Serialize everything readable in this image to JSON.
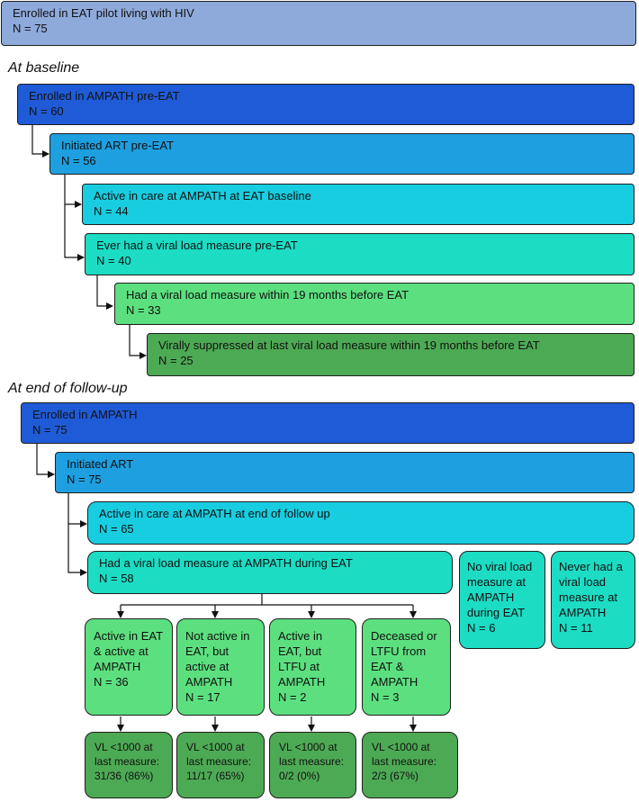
{
  "top": {
    "title": "Enrolled in EAT pilot living with HIV",
    "n": "N = 75"
  },
  "baseline": {
    "heading": "At baseline",
    "enrolled_ampath": {
      "title": "Enrolled in AMPATH pre-EAT",
      "n": "N = 60"
    },
    "initiated_art": {
      "title": "Initiated ART pre-EAT",
      "n": "N = 56"
    },
    "active_care": {
      "title": "Active in care at AMPATH at EAT baseline",
      "n": "N = 44"
    },
    "ever_vl": {
      "title": "Ever had a viral load measure pre-EAT",
      "n": "N = 40"
    },
    "vl_19mo": {
      "title": "Had a viral load measure within 19 months before EAT",
      "n": "N = 33"
    },
    "suppressed": {
      "title": "Virally suppressed at last viral load measure within 19 months before EAT",
      "n": "N = 25"
    }
  },
  "followup": {
    "heading": "At end of follow-up",
    "enrolled_ampath": {
      "title": "Enrolled in AMPATH",
      "n": "N = 75"
    },
    "initiated_art": {
      "title": "Initiated ART",
      "n": "N = 75"
    },
    "active_care": {
      "title": "Active in care at AMPATH at end of follow up",
      "n": "N = 65"
    },
    "vl_during": {
      "title": "Had a viral load measure at AMPATH during EAT",
      "n": "N = 58"
    },
    "no_vl": {
      "title": "No viral load measure at AMPATH during EAT",
      "n": "N = 6"
    },
    "never_vl": {
      "title": "Never had a viral load measure at AMPATH",
      "n": "N = 11"
    },
    "groups": [
      {
        "title": "Active in EAT & active at AMPATH",
        "n": "N = 36",
        "vl": "VL <1000 at last measure: 31/36 (86%)"
      },
      {
        "title": "Not active in EAT, but active at AMPATH",
        "n": "N = 17",
        "vl": "VL <1000 at last measure: 11/17 (65%)"
      },
      {
        "title": "Active in EAT, but LTFU at AMPATH",
        "n": "N = 2",
        "vl": "VL <1000 at last measure: 0/2 (0%)"
      },
      {
        "title": "Deceased or LTFU from EAT & AMPATH",
        "n": "N = 3",
        "vl": "VL <1000 at last measure: 2/3 (67%)"
      }
    ]
  },
  "colors": {
    "top": "#8eaadb",
    "level1": "#1f5bd6",
    "level2": "#1e9fe0",
    "level3": "#18cde0",
    "level4": "#1cdcc4",
    "level5": "#5ce07f",
    "level6": "#4daa54"
  }
}
